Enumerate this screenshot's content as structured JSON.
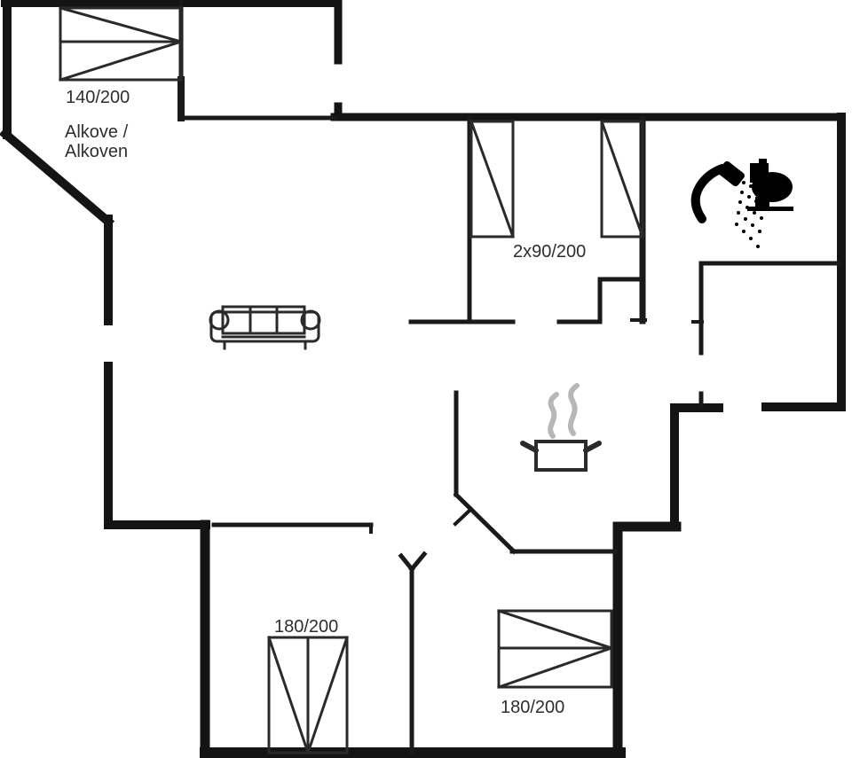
{
  "page": {
    "background": "#ffffff"
  },
  "colors": {
    "wall": "#141414",
    "interior_wall": "#1a1a1a",
    "furniture": "#2a2a2a",
    "icon": "#000000",
    "text": "#2e2e2e",
    "steam": "#b7b7b7"
  },
  "labels": {
    "alkove_size": "140/200",
    "alkove_name_line1": "Alkove /",
    "alkove_name_line2": "Alkoven",
    "double_room_beds": "2x90/200",
    "bed_bottom_left": "180/200",
    "bed_bottom_right": "180/200"
  },
  "icons": [
    "double-bed-icon",
    "single-bed-icon",
    "sofa-icon",
    "cooking-pot-icon",
    "steam-icon",
    "shower-icon",
    "toilet-icon"
  ]
}
